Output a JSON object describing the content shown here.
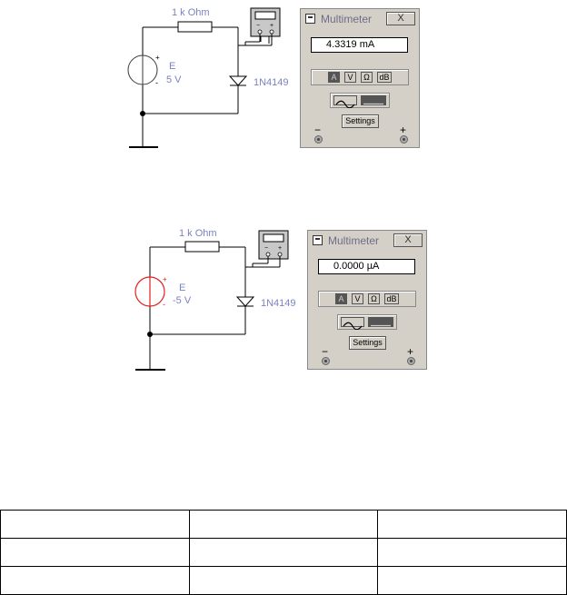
{
  "circuits": [
    {
      "resistor_label": "1 k Ohm",
      "source_label": "E",
      "source_value": "5 V",
      "diode_label": "1N4149",
      "source_color": "#3a3a3a",
      "multimeter": {
        "title": "Multimeter",
        "close_label": "X",
        "reading": "4.3319  mA",
        "modes": [
          "A",
          "V",
          "Ω",
          "dB"
        ],
        "active_mode": "A",
        "settings_label": "Settings",
        "minus_label": "−",
        "plus_label": "+"
      }
    },
    {
      "resistor_label": "1 k Ohm",
      "source_label": "E",
      "source_value": "-5 V",
      "diode_label": "1N4149",
      "source_color": "#e02020",
      "multimeter": {
        "title": "Multimeter",
        "close_label": "X",
        "reading": "0.0000  µA",
        "modes": [
          "A",
          "V",
          "Ω",
          "dB"
        ],
        "active_mode": "A",
        "settings_label": "Settings",
        "minus_label": "−",
        "plus_label": "+"
      }
    }
  ],
  "table": {
    "rows": [
      [
        "",
        "",
        ""
      ],
      [
        "",
        "",
        ""
      ],
      [
        "",
        "",
        ""
      ]
    ]
  }
}
